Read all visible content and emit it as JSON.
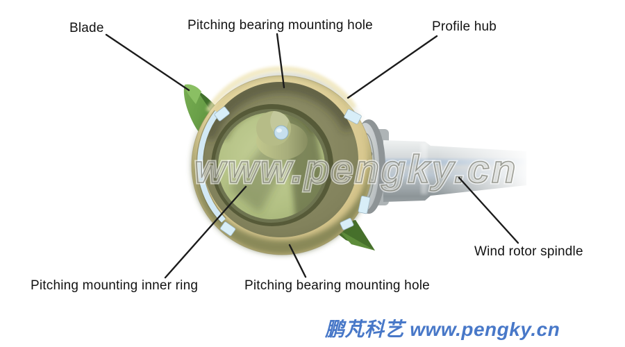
{
  "page": {
    "watermark": {
      "text": "www.pengky.cn"
    },
    "footer": {
      "text": "鹏芃科艺 www.pengky.cn",
      "color": "#4878c8"
    }
  },
  "diagram": {
    "labels": [
      {
        "id": "blade",
        "text": "Blade"
      },
      {
        "id": "pitching-bearing-mounting-hole-top",
        "text": "Pitching bearing mounting hole"
      },
      {
        "id": "profile-hub",
        "text": "Profile hub"
      },
      {
        "id": "wind-rotor-spindle",
        "text": "Wind rotor spindle"
      },
      {
        "id": "pitching-mounting-inner-ring",
        "text": "Pitching mounting inner ring"
      },
      {
        "id": "pitching-bearing-mounting-hole-bottom",
        "text": "Pitching bearing mounting hole"
      }
    ],
    "colors": {
      "hub_tan": "#d9c98f",
      "hub_interior_olive": "#82825c",
      "inner_ring_green": "#b2c083",
      "blade_green": "#5d9140",
      "cut_edge_blue": "#d6ecf6",
      "spindle_gray": "#b7bdbf",
      "label_text": "#121212",
      "footer_blue": "#4878c8"
    }
  }
}
